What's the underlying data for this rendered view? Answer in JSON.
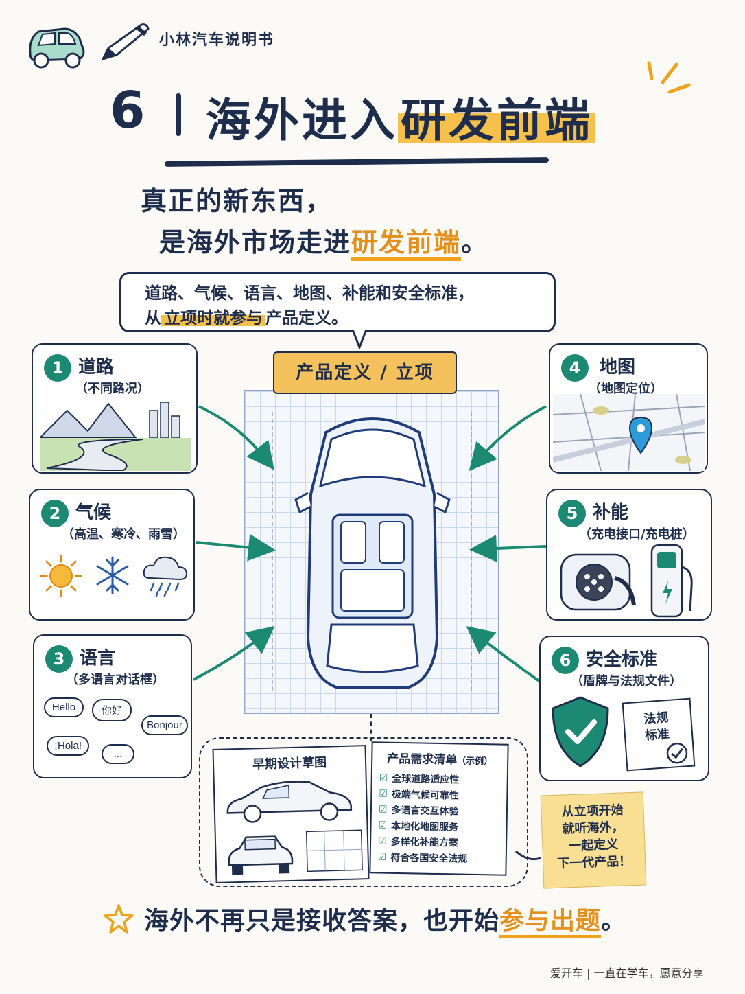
{
  "header": {
    "brand": "小林汽车说明书",
    "title_number": "6",
    "title_text_plain": "海外进入",
    "title_text_highlight": "研发前端"
  },
  "lead": {
    "line1": "真正的新东西，",
    "line2_plain": "是海外市场走进",
    "line2_highlight": "研发前端",
    "line2_end": "。"
  },
  "bubble": {
    "line1": "道路、气候、语言、地图、补能和安全标准，",
    "line2_start": "从",
    "line2_highlight": "立项时就参与",
    "line2_end": "产品定义。"
  },
  "center": {
    "folder_label": "产品定义 / 立项"
  },
  "cards": [
    {
      "num": "1",
      "title": "道路",
      "sub": "（不同路况）",
      "icon": "road-landscape-icon"
    },
    {
      "num": "2",
      "title": "气候",
      "sub": "（高温、寒冷、雨雪）",
      "icon": "weather-icons"
    },
    {
      "num": "3",
      "title": "语言",
      "sub": "（多语言对话框）",
      "icon": "speech-bubbles"
    },
    {
      "num": "4",
      "title": "地图",
      "sub": "（地图定位）",
      "icon": "map-pin-icon"
    },
    {
      "num": "5",
      "title": "补能",
      "sub": "（充电接口/充电桩）",
      "icon": "charger-icon"
    },
    {
      "num": "6",
      "title": "安全标准",
      "sub": "（盾牌与法规文件）",
      "icon": "shield-check-icon"
    }
  ],
  "languages": [
    "Hello",
    "你好",
    "Bonjour",
    "¡Hola!",
    "..."
  ],
  "doc_label_line1": "法规",
  "doc_label_line2": "标准",
  "sketch": {
    "title": "早期设计草图"
  },
  "checklist": {
    "title": "产品需求清单",
    "title_note": "（示例）",
    "items": [
      "全球道路适应性",
      "极端气候可靠性",
      "多语言交互体验",
      "本地化地图服务",
      "多样化补能方案",
      "符合各国安全法规"
    ]
  },
  "sticky": {
    "line1": "从立项开始",
    "line2": "就听海外，",
    "line3": "一起定义",
    "line4": "下一代产品！"
  },
  "conclusion": {
    "plain": "海外不再只是接收答案，也开始",
    "highlight": "参与出题",
    "end": "。"
  },
  "footer": {
    "text": "爱开车 | 一直在学车，愿意分享"
  },
  "colors": {
    "navy": "#1f2d4d",
    "teal": "#1c8a72",
    "highlight": "#f6c04d",
    "orange_text": "#e3901c"
  }
}
